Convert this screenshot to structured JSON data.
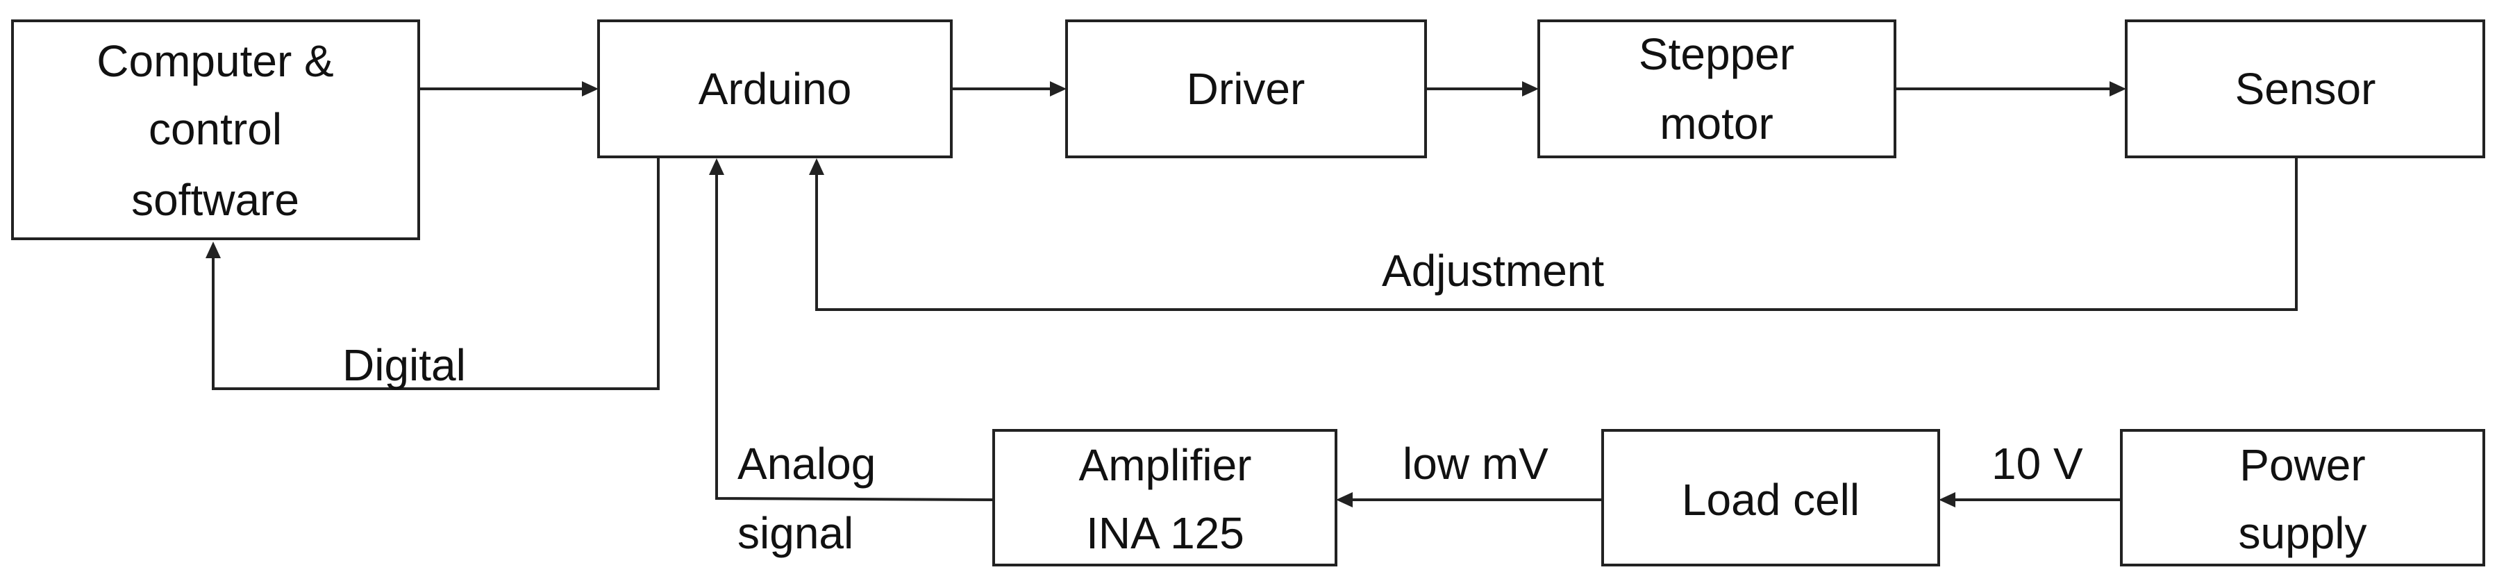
{
  "diagram": {
    "blocks": {
      "computer": {
        "lines": [
          "Computer &",
          "control",
          "software"
        ]
      },
      "arduino": {
        "lines": [
          "Arduino"
        ]
      },
      "driver": {
        "lines": [
          "Driver"
        ]
      },
      "stepper": {
        "lines": [
          "Stepper",
          "motor"
        ]
      },
      "sensor": {
        "lines": [
          "Sensor"
        ]
      },
      "amplifier": {
        "lines": [
          "Amplifier",
          "INA 125"
        ]
      },
      "loadcell": {
        "lines": [
          "Load cell"
        ]
      },
      "power": {
        "lines": [
          "Power",
          "supply"
        ]
      }
    },
    "edge_labels": {
      "adjustment": "Adjustment",
      "digital": "Digital",
      "analog_line1": "Analog",
      "analog_line2": "signal",
      "low_mv": "low mV",
      "ten_v": "10 V"
    },
    "colors": {
      "line": "#222222",
      "text": "#111111",
      "background": "#ffffff"
    }
  }
}
